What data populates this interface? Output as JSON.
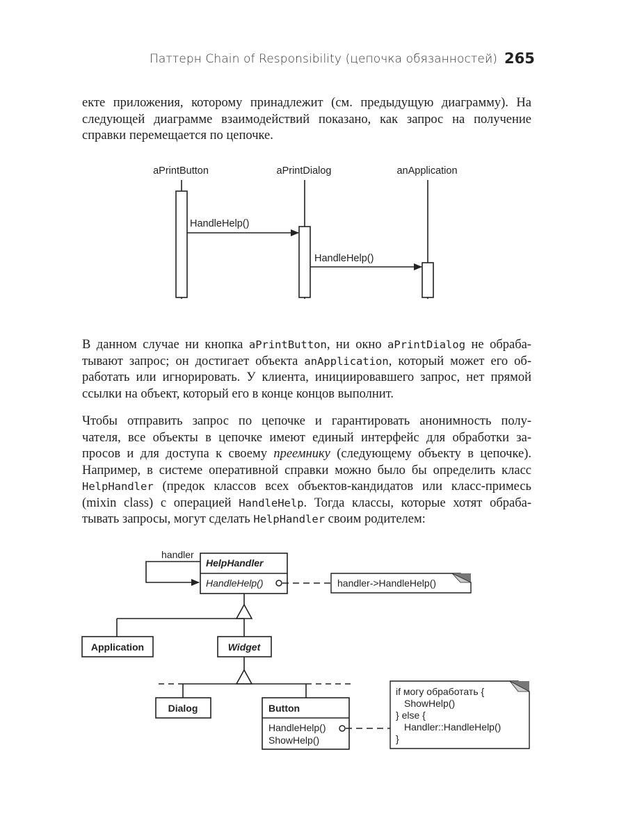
{
  "header": {
    "running_title": "Паттерн Chain of Responsibility (цепочка обязанностей)",
    "page_number": "265"
  },
  "para1": {
    "lines": [
      "екте приложения, которому принадлежит (см. предыдущую диаграмму). На",
      "следующей диаграмме взаимодействий показано, как запрос на получение",
      "справки перемещается по цепочке."
    ]
  },
  "sequence_diagram": {
    "objects": [
      "aPrintButton",
      "aPrintDialog",
      "anApplication"
    ],
    "messages": [
      "HandleHelp()",
      "HandleHelp()"
    ]
  },
  "para2": {
    "l1a": "В данном случае ни кнопка ",
    "l1b": "aPrintButton",
    "l1c": ", ни окно ",
    "l1d": "aPrintDialog",
    "l1e": " не обраба-",
    "l2a": "тывают запрос; он достигает объекта ",
    "l2b": "anApplication",
    "l2c": ", который может его об-",
    "l3": "работать или игнорировать. У клиента, инициировавшего запрос, нет прямой",
    "l4": "ссылки на объект, который его в конце концов выполнит."
  },
  "para3": {
    "l1": "Чтобы отправить запрос по цепочке и гарантировать анонимность полу-",
    "l2": "чателя, все объекты в цепочке имеют единый интерфейс для обработки за-",
    "l3a": "просов и для доступа к своему ",
    "l3b": "преемнику",
    "l3c": " (следующему объекту в цепочке).",
    "l4": "Например, в системе оперативной справки можно было бы определить класс",
    "l5a": "HelpHandler",
    "l5b": " (предок классов всех объектов-кандидатов или класс-примесь",
    "l6a": "(mixin class) с операцией ",
    "l6b": "HandleHelp",
    "l6c": ". Тогда классы, которые хотят обраба-",
    "l7a": "тывать запросы, могут сделать ",
    "l7b": "HelpHandler",
    "l7c": " своим родителем:"
  },
  "class_diagram": {
    "self_assoc_label": "handler",
    "help_handler": {
      "name": "HelpHandler",
      "operation": "HandleHelp()"
    },
    "note1": "handler->HandleHelp()",
    "application": "Application",
    "widget": "Widget",
    "dialog": "Dialog",
    "button": {
      "name": "Button",
      "operations": [
        "HandleHelp()",
        "ShowHelp()"
      ]
    },
    "note2": [
      "if могу обработать {",
      "ShowHelp()",
      "} else {",
      "Handler::HandleHelp()",
      "}"
    ]
  }
}
